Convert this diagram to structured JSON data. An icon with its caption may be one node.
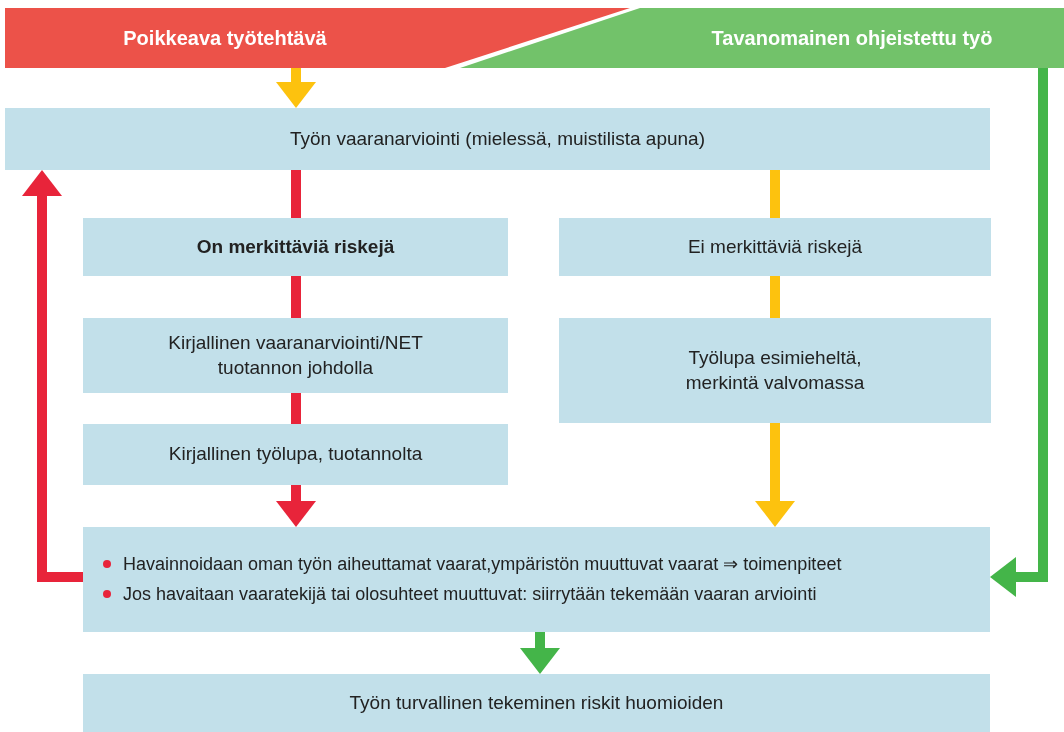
{
  "diagram": {
    "nodes": [
      {
        "text": [
          "Poikkeava työtehtävä"
        ]
      },
      {
        "text": [
          "Tavanomainen ohjeistettu työ"
        ]
      },
      {
        "text": [
          "Työn vaaranarviointi (mielessä, muistilista apuna)"
        ]
      },
      {
        "text": [
          "On merkittäviä riskejä"
        ]
      },
      {
        "text": [
          "Kirjallinen vaaranarviointi/NET tuotannon johdolla"
        ]
      },
      {
        "text": [
          "Kirjallinen työlupa, tuotannolta"
        ]
      },
      {
        "text": [
          "Ei merkittäviä riskejä"
        ]
      },
      {
        "text": [
          "Työlupa esimieheltä, merkintä valvomassa"
        ]
      },
      {
        "text": [
          "Havainnoidaan oman työn aiheuttamat vaarat,ympäristön muuttuvat vaarat ⇒ toimenpiteet",
          "Jos havaitaan vaaratekijä tai olosuhteet muuttuvat: siirrytään tekemään vaaran arviointi"
        ]
      },
      {
        "text": [
          "Työn turvallinen tekeminen riskit huomioiden"
        ]
      }
    ],
    "edges": [
      {
        "from": 0,
        "to": 2,
        "arrow": "to",
        "color": "#fdc20e"
      },
      {
        "from": 2,
        "to": 3,
        "arrow": "none"
      },
      {
        "from": 3,
        "to": 4,
        "arrow": "none"
      },
      {
        "from": 4,
        "to": 5,
        "arrow": "none"
      },
      {
        "from": 5,
        "to": 8,
        "arrow": "to"
      },
      {
        "from": 8,
        "to": 2,
        "arrow": "to"
      },
      {
        "from": 2,
        "to": 6,
        "arrow": "none",
        "color": "#fdc20e"
      },
      {
        "from": 6,
        "to": 7,
        "arrow": "none",
        "color": "#fdc20e"
      },
      {
        "from": 7,
        "to": 8,
        "arrow": "to",
        "color": "#fdc20e"
      },
      {
        "from": 1,
        "to": 8,
        "arrow": "to",
        "color": "#44b549"
      },
      {
        "from": 8,
        "to": 9,
        "arrow": "to",
        "color": "#44b549"
      }
    ]
  }
}
